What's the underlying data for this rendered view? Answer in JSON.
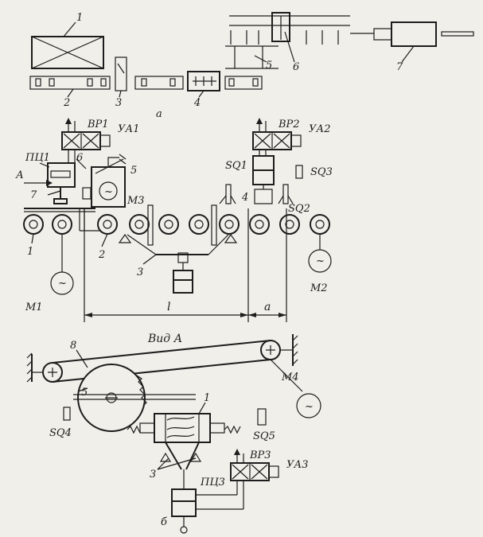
{
  "view_a_title": "Вид А",
  "part_a_label": "а",
  "part_b_label": "б",
  "dim_l": "l",
  "dim_a": "a",
  "arrow_label": "А",
  "motor_symbol": "~",
  "top_numbers": [
    "1",
    "2",
    "3",
    "4",
    "5",
    "6",
    "7"
  ],
  "middle": {
    "vr1": "ВР1",
    "ya1": "УА1",
    "pc1": "ПЦ1",
    "m3": "М3",
    "vr2": "ВР2",
    "ya2": "УА2",
    "sq1": "SQ1",
    "sq2": "SQ2",
    "sq3": "SQ3",
    "m1": "М1",
    "m2": "М2",
    "n1": "1",
    "n2": "2",
    "n3": "3",
    "n4": "4",
    "n5": "5",
    "n6": "6",
    "n7": "7"
  },
  "bottom": {
    "n8": "8",
    "n5": "5",
    "n1": "1",
    "n3": "3",
    "m4": "М4",
    "sq4": "SQ4",
    "sq5": "SQ5",
    "pc3": "ПЦ3",
    "vr3": "ВР3",
    "ya3": "УА3"
  }
}
